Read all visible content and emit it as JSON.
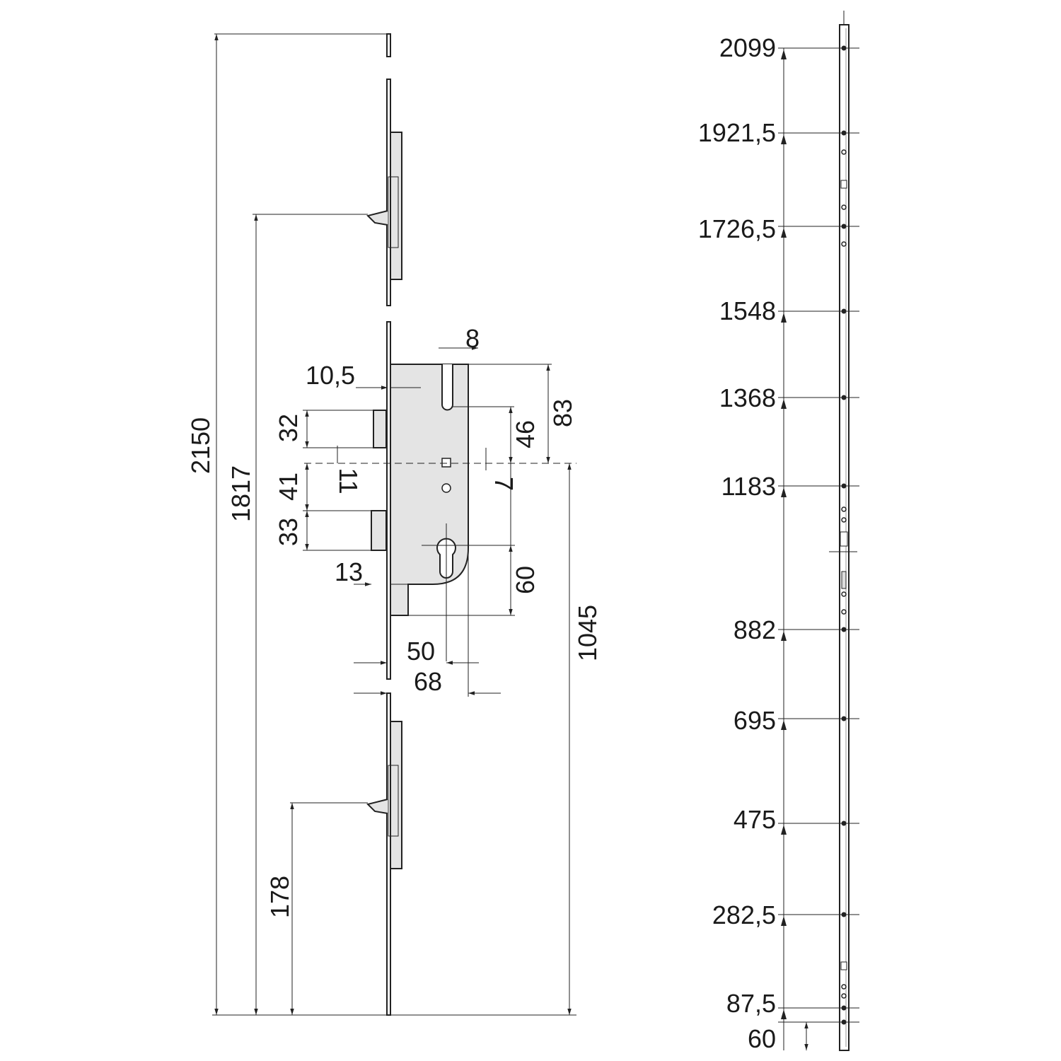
{
  "colors": {
    "line": "#222222",
    "body_fill": "#e4e4e4",
    "background": "#ffffff"
  },
  "left_view": {
    "total_height": "2150",
    "upper_hook_height": "1817",
    "lower_hook_height": "178",
    "handle_height": "1045",
    "latch_height": "32",
    "latch_offset": "11",
    "bolt_gap": "41",
    "bolt_height": "33",
    "bolt_throw": "13",
    "latch_throw": "10,5",
    "slot_width": "8",
    "slot_to_follower": "46",
    "top_to_follower": "83",
    "follower_square": "7",
    "follower_to_cylinder": "60",
    "backset": "50",
    "case_depth": "68"
  },
  "right_view": {
    "levels": [
      "2099",
      "1921,5",
      "1726,5",
      "1548",
      "1368",
      "1183",
      "882",
      "695",
      "475",
      "282,5",
      "87,5",
      "60"
    ]
  }
}
